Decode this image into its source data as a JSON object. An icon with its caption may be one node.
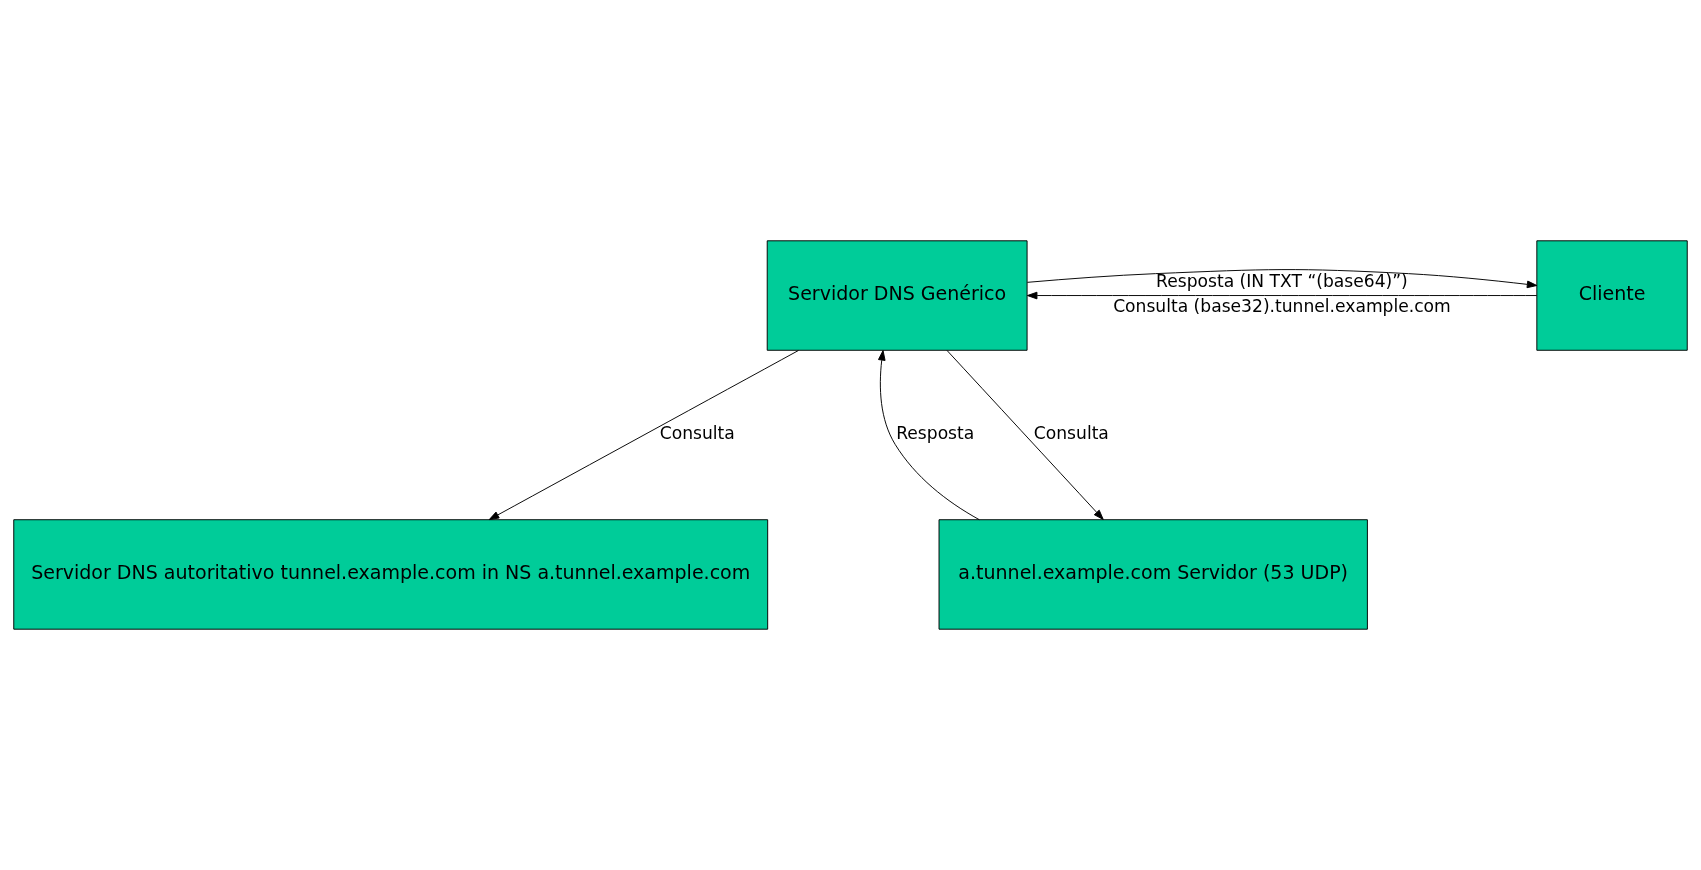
{
  "diagram": {
    "nodes": [
      {
        "text": [
          "Servidor DNS autoritativo tunnel.example.com in NS a.tunnel.example.com"
        ]
      },
      {
        "text": [
          "a.tunnel.example.com Servidor (53 UDP)"
        ]
      },
      {
        "text": [
          "Servidor DNS Genérico"
        ]
      },
      {
        "text": [
          "Cliente"
        ]
      }
    ],
    "edges": [
      {
        "from": 2,
        "to": 0,
        "arrow": "to",
        "label": "Consulta"
      },
      {
        "from": 2,
        "to": 1,
        "arrow": "to",
        "label": "Consulta"
      },
      {
        "from": 1,
        "to": 2,
        "arrow": "to",
        "label": "Resposta"
      },
      {
        "from": 3,
        "to": 2,
        "arrow": "to",
        "label": "Consulta (base32).tunnel.example.com"
      },
      {
        "from": 2,
        "to": 3,
        "arrow": "to",
        "label": "Resposta (IN TXT “(base64)”)"
      }
    ]
  }
}
